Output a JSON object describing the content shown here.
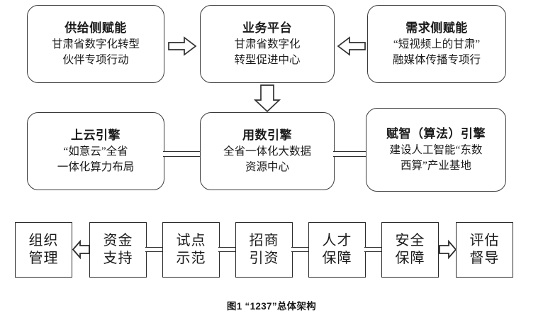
{
  "figure": {
    "caption": "图1 “1237”总体架构"
  },
  "row1": {
    "boxes": [
      {
        "title": "供给侧赋能",
        "line1": "甘肃省数字化转型",
        "line2": "伙伴专项行动"
      },
      {
        "title": "业务平台",
        "line1": "甘肃省数字化",
        "line2": "转型促进中心"
      },
      {
        "title": "需求侧赋能",
        "line1": "“短视频上的甘肃”",
        "line2": "融媒体传播专项行"
      }
    ],
    "arrows": [
      {
        "name": "arrow-right-supply-to-platform",
        "direction": "right"
      },
      {
        "name": "arrow-left-demand-to-platform",
        "direction": "left"
      }
    ]
  },
  "vertical_arrow": {
    "name": "arrow-down-platform-to-engines",
    "direction": "down"
  },
  "row2": {
    "boxes": [
      {
        "title": "上云引擎",
        "line1": "“如意云”全省",
        "line2": "一体化算力布局"
      },
      {
        "title": "用数引擎",
        "line1": "全省一体化大数据",
        "line2": "资源中心"
      },
      {
        "title": "赋智（算法）引擎",
        "line1": "建设人工智能“东数",
        "line2": "西算”产业基地"
      }
    ],
    "connectors": [
      {
        "name": "connector-cloud-to-data"
      },
      {
        "name": "connector-data-to-ai"
      }
    ]
  },
  "row3": {
    "boxes": [
      {
        "line1": "组织",
        "line2": "管理"
      },
      {
        "line1": "资金",
        "line2": "支持"
      },
      {
        "line1": "试点",
        "line2": "示范"
      },
      {
        "line1": "招商",
        "line2": "引资"
      },
      {
        "line1": "人才",
        "line2": "保障"
      },
      {
        "line1": "安全",
        "line2": "保障"
      },
      {
        "line1": "评估",
        "line2": "督导"
      }
    ],
    "arrows": [
      {
        "name": "arrow-left-funding-to-org",
        "direction": "left"
      },
      {
        "name": "arrow-right-security-to-audit",
        "direction": "right"
      }
    ],
    "connectors": [
      {
        "name": "connector-funding-to-pilot"
      },
      {
        "name": "connector-pilot-to-investment"
      },
      {
        "name": "connector-investment-to-talent"
      },
      {
        "name": "connector-talent-to-security"
      }
    ]
  },
  "colors": {
    "stroke": "#2f2f2f",
    "background": "#ffffff",
    "text": "#1a1a1a"
  }
}
